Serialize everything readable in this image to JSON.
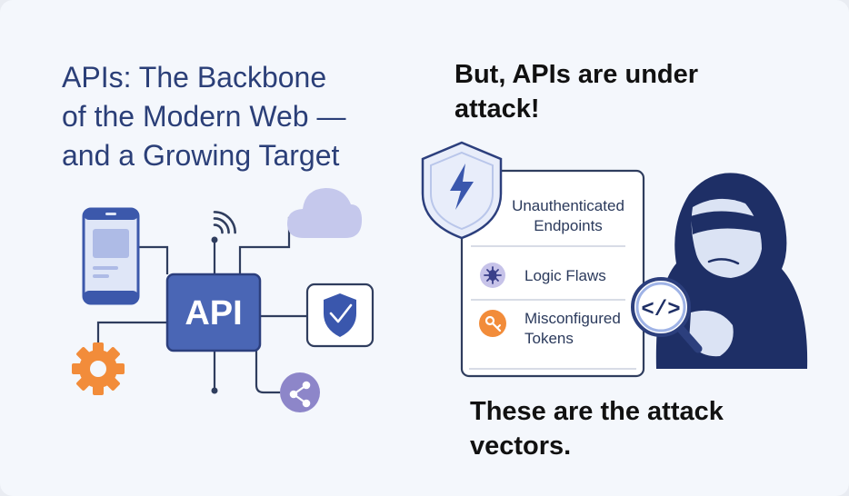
{
  "title_lines": [
    "APIs: The Backbone",
    "of the Modern Web —",
    "and a Growing Target"
  ],
  "hub_label": "API",
  "attack_heading_lines": [
    "But, APIs are under",
    "attack!"
  ],
  "vector_heading_lines": [
    "These are the attack",
    "vectors."
  ],
  "vectors_panel": {
    "top_lines": [
      "Unauthenticated",
      "Endpoints"
    ],
    "item1": "Logic Flaws",
    "item2_lines": [
      "Misconfigured",
      "Tokens"
    ]
  },
  "code_symbol": "</>",
  "colors": {
    "title": "#2b3f78",
    "api_box": "#4a66b5",
    "gear": "#f28c3a",
    "cloud": "#c5c8ec",
    "shield": "#3a57ad",
    "hacker": "#1e2f66"
  },
  "icons": [
    "phone-icon",
    "wifi-icon",
    "cloud-icon",
    "shield-check-icon",
    "gear-icon",
    "share-node-icon",
    "shield-bolt-icon",
    "bug-icon",
    "key-icon",
    "hacker-icon",
    "magnifier-icon"
  ]
}
